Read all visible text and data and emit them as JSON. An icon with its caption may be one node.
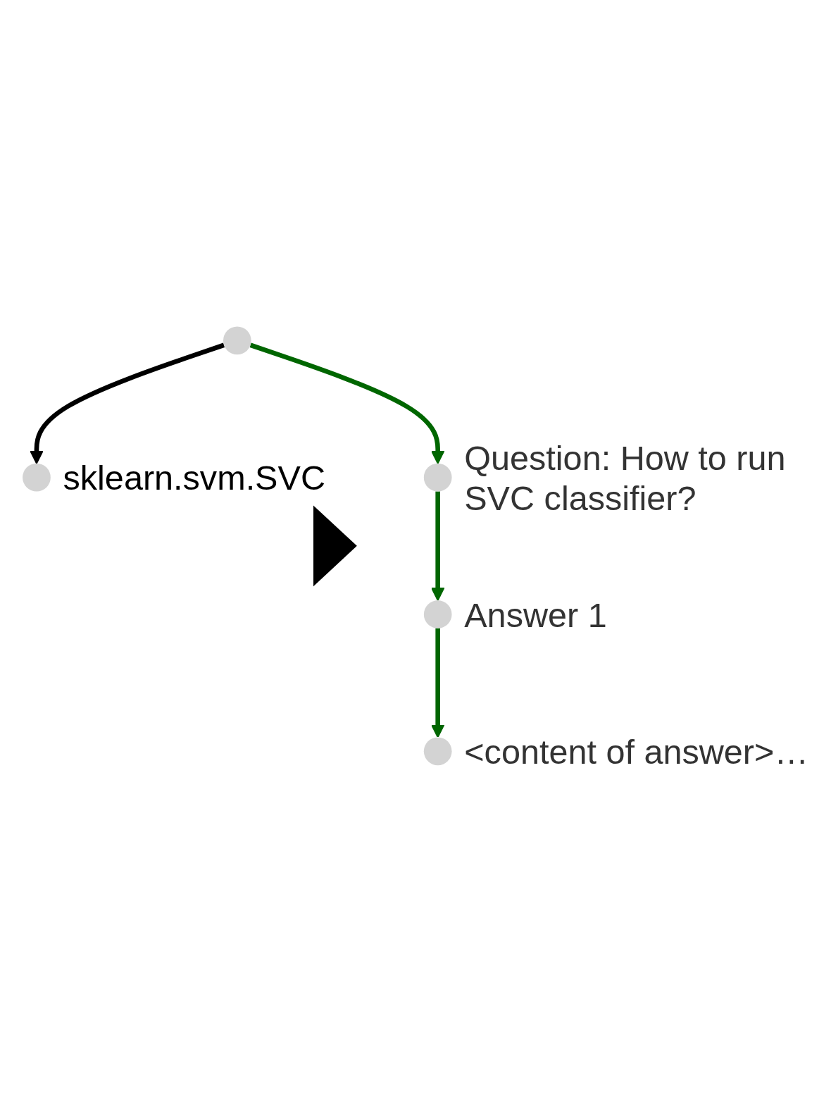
{
  "diagram": {
    "nodes": [
      {
        "text": [],
        "shape": "circle"
      },
      {
        "text": [],
        "shape": "circle",
        "beside": [
          "sklearn.svm.SVC"
        ]
      },
      {
        "text": [],
        "shape": "circle",
        "beside": [
          "Question: How to run SVC classifier?"
        ]
      },
      {
        "text": [],
        "shape": "circle",
        "beside": [
          "Answer 1"
        ]
      },
      {
        "text": [],
        "shape": "circle",
        "beside": [
          "<content of answer>…"
        ]
      }
    ],
    "edges": [
      {
        "from": 0,
        "to": 1,
        "arrow": "to",
        "color": "#000000"
      },
      {
        "from": 0,
        "to": 2,
        "arrow": "to"
      },
      {
        "from": 2,
        "to": 3,
        "arrow": "to"
      },
      {
        "from": 3,
        "to": 4,
        "arrow": "to"
      }
    ]
  }
}
